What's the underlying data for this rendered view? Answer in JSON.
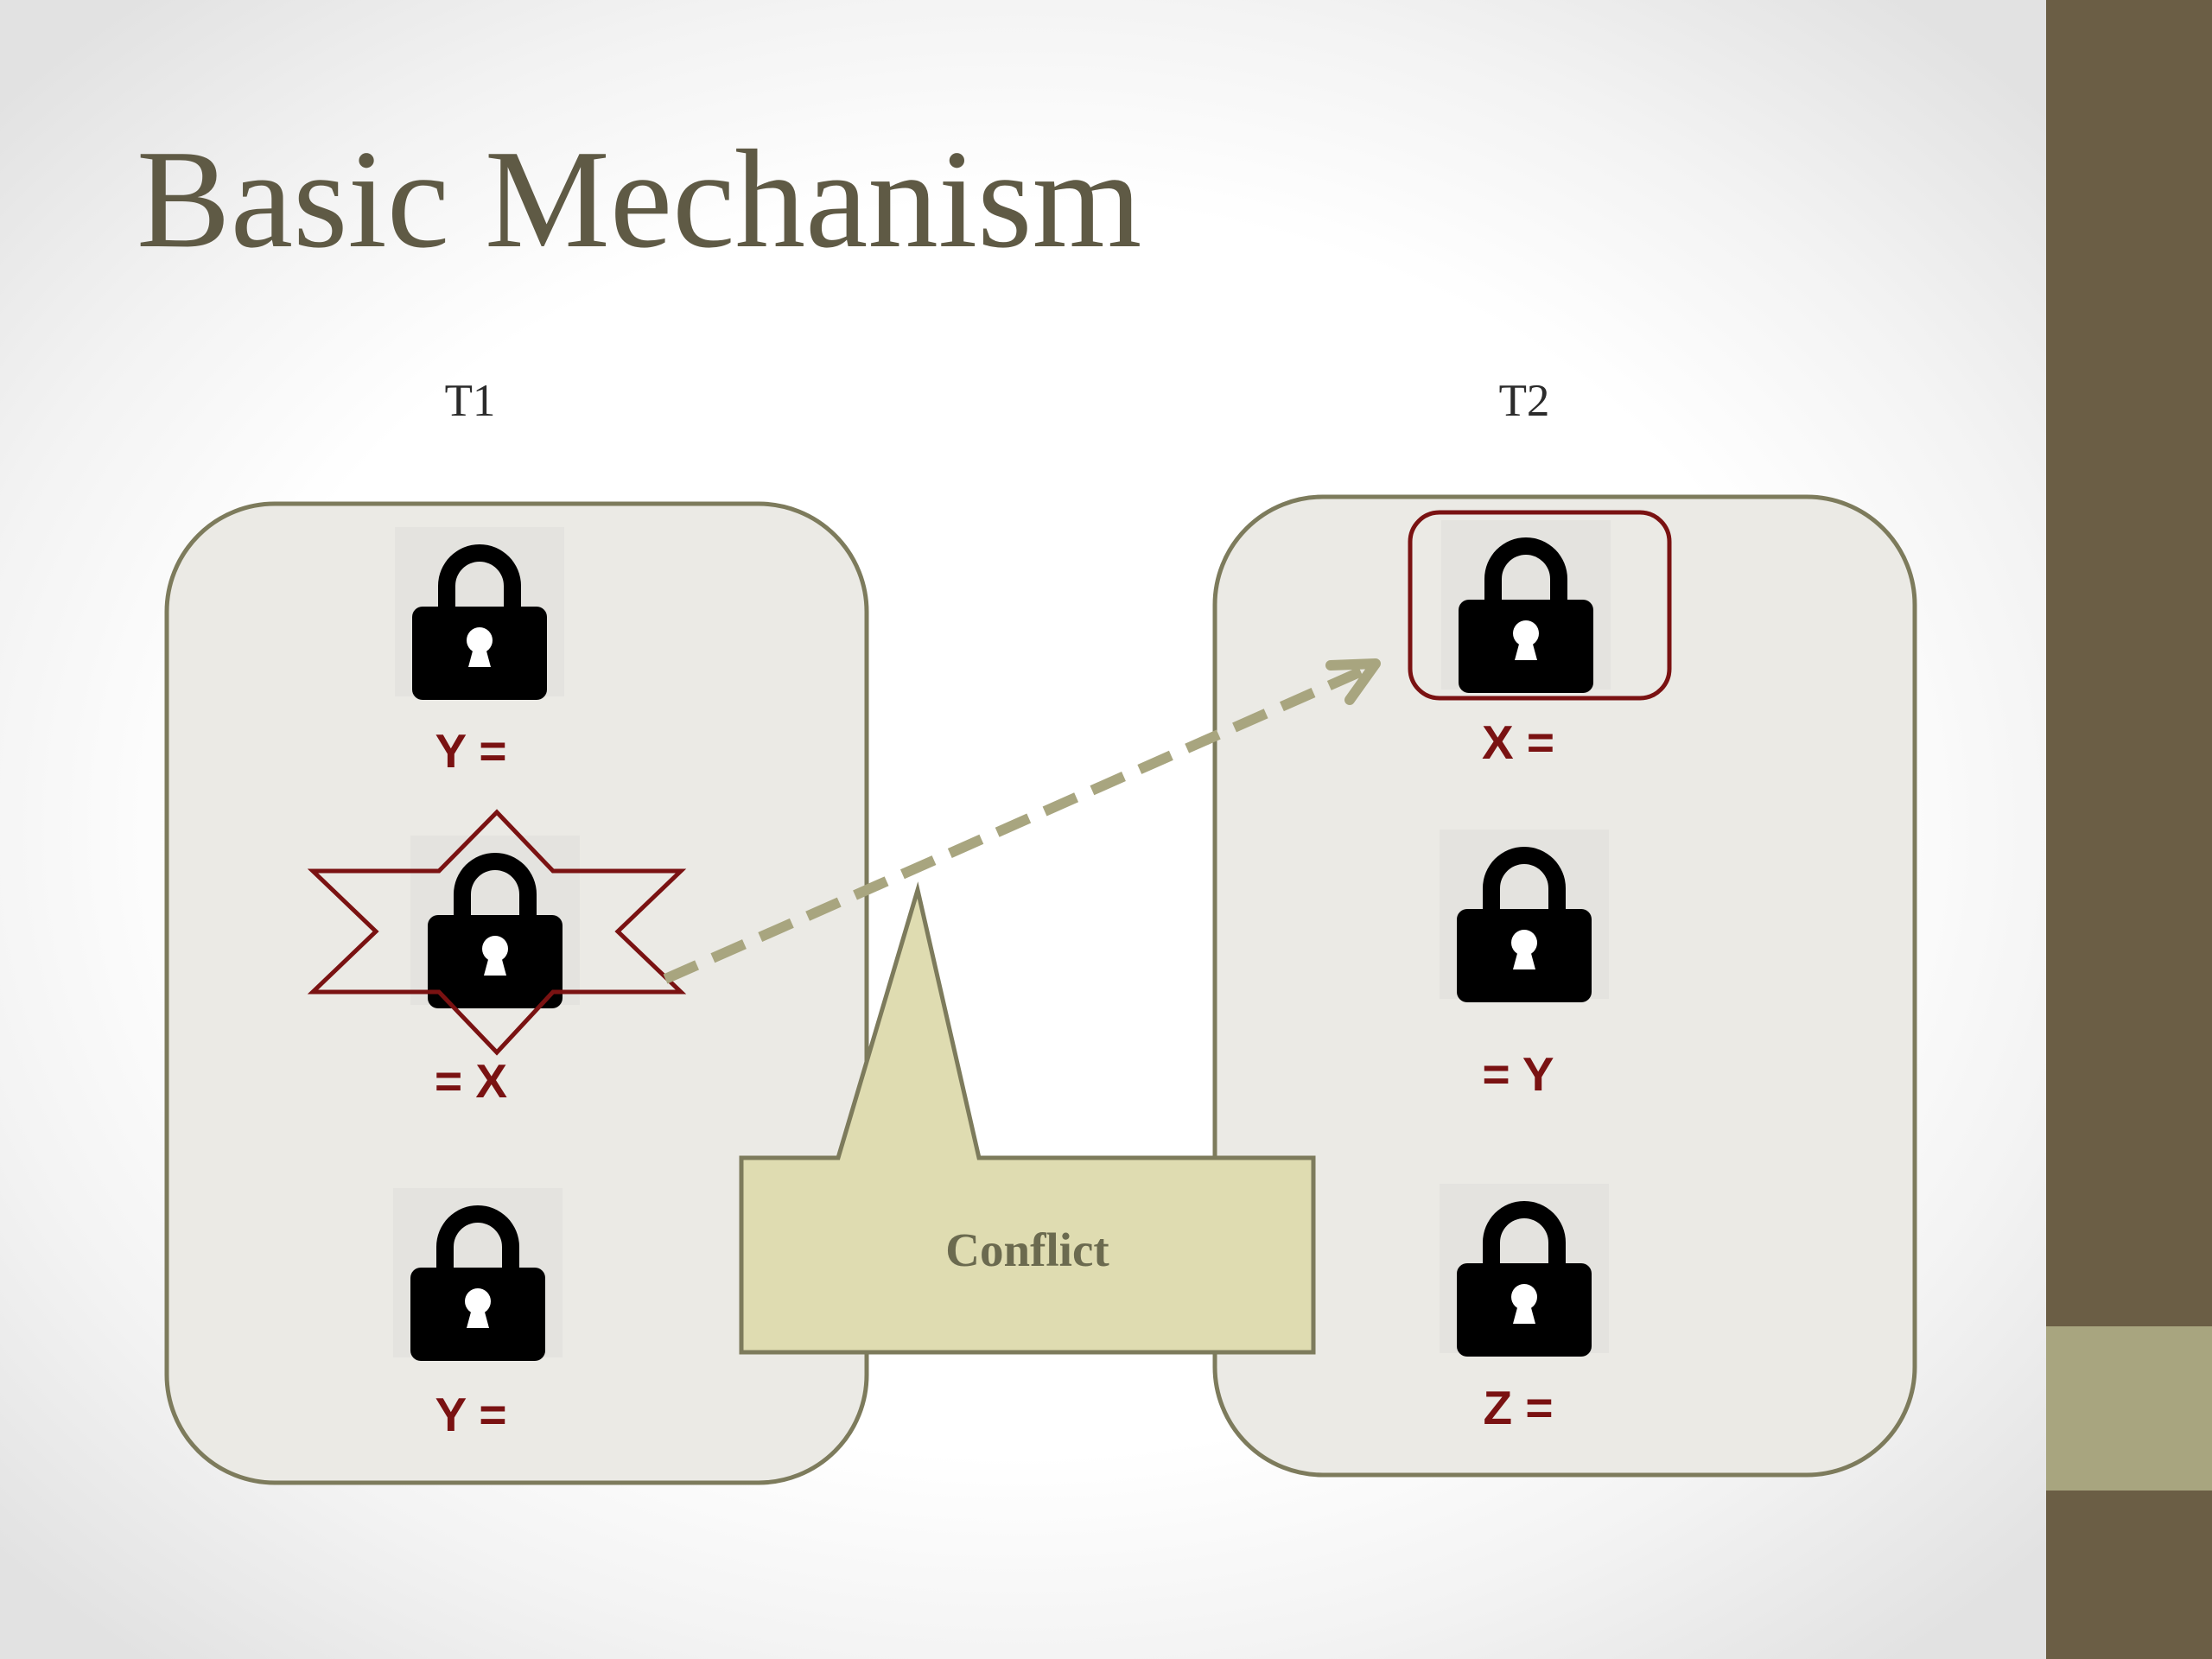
{
  "slide": {
    "title": "Basic Mechanism",
    "colors": {
      "title": "#5f5a45",
      "sidebar": "#6b5e45",
      "sidebar_accent": "#a8a57f",
      "panel_fill": "#ebeae5",
      "panel_border": "#7d7b5c",
      "statement_text": "#7a1212",
      "highlight_outline": "#7a1212",
      "arrow": "#a8a57f",
      "callout_fill": "#dfdcb1",
      "callout_text": "#6b6a4f"
    }
  },
  "transactions": {
    "t1": {
      "label": "T1",
      "steps": [
        {
          "icon": "lock-icon",
          "text": "Y ="
        },
        {
          "icon": "lock-icon",
          "text": "= X",
          "highlight": "explosion-star"
        },
        {
          "icon": "lock-icon",
          "text": "Y ="
        }
      ]
    },
    "t2": {
      "label": "T2",
      "steps": [
        {
          "icon": "lock-icon",
          "text": "X =",
          "highlight": "rounded-box"
        },
        {
          "icon": "lock-icon",
          "text": "= Y"
        },
        {
          "icon": "lock-icon",
          "text": "Z ="
        }
      ]
    }
  },
  "edge": {
    "from": "t1.steps.1",
    "to": "t2.steps.0",
    "style": "dashed-arrow"
  },
  "callout": {
    "text": "Conflict"
  }
}
